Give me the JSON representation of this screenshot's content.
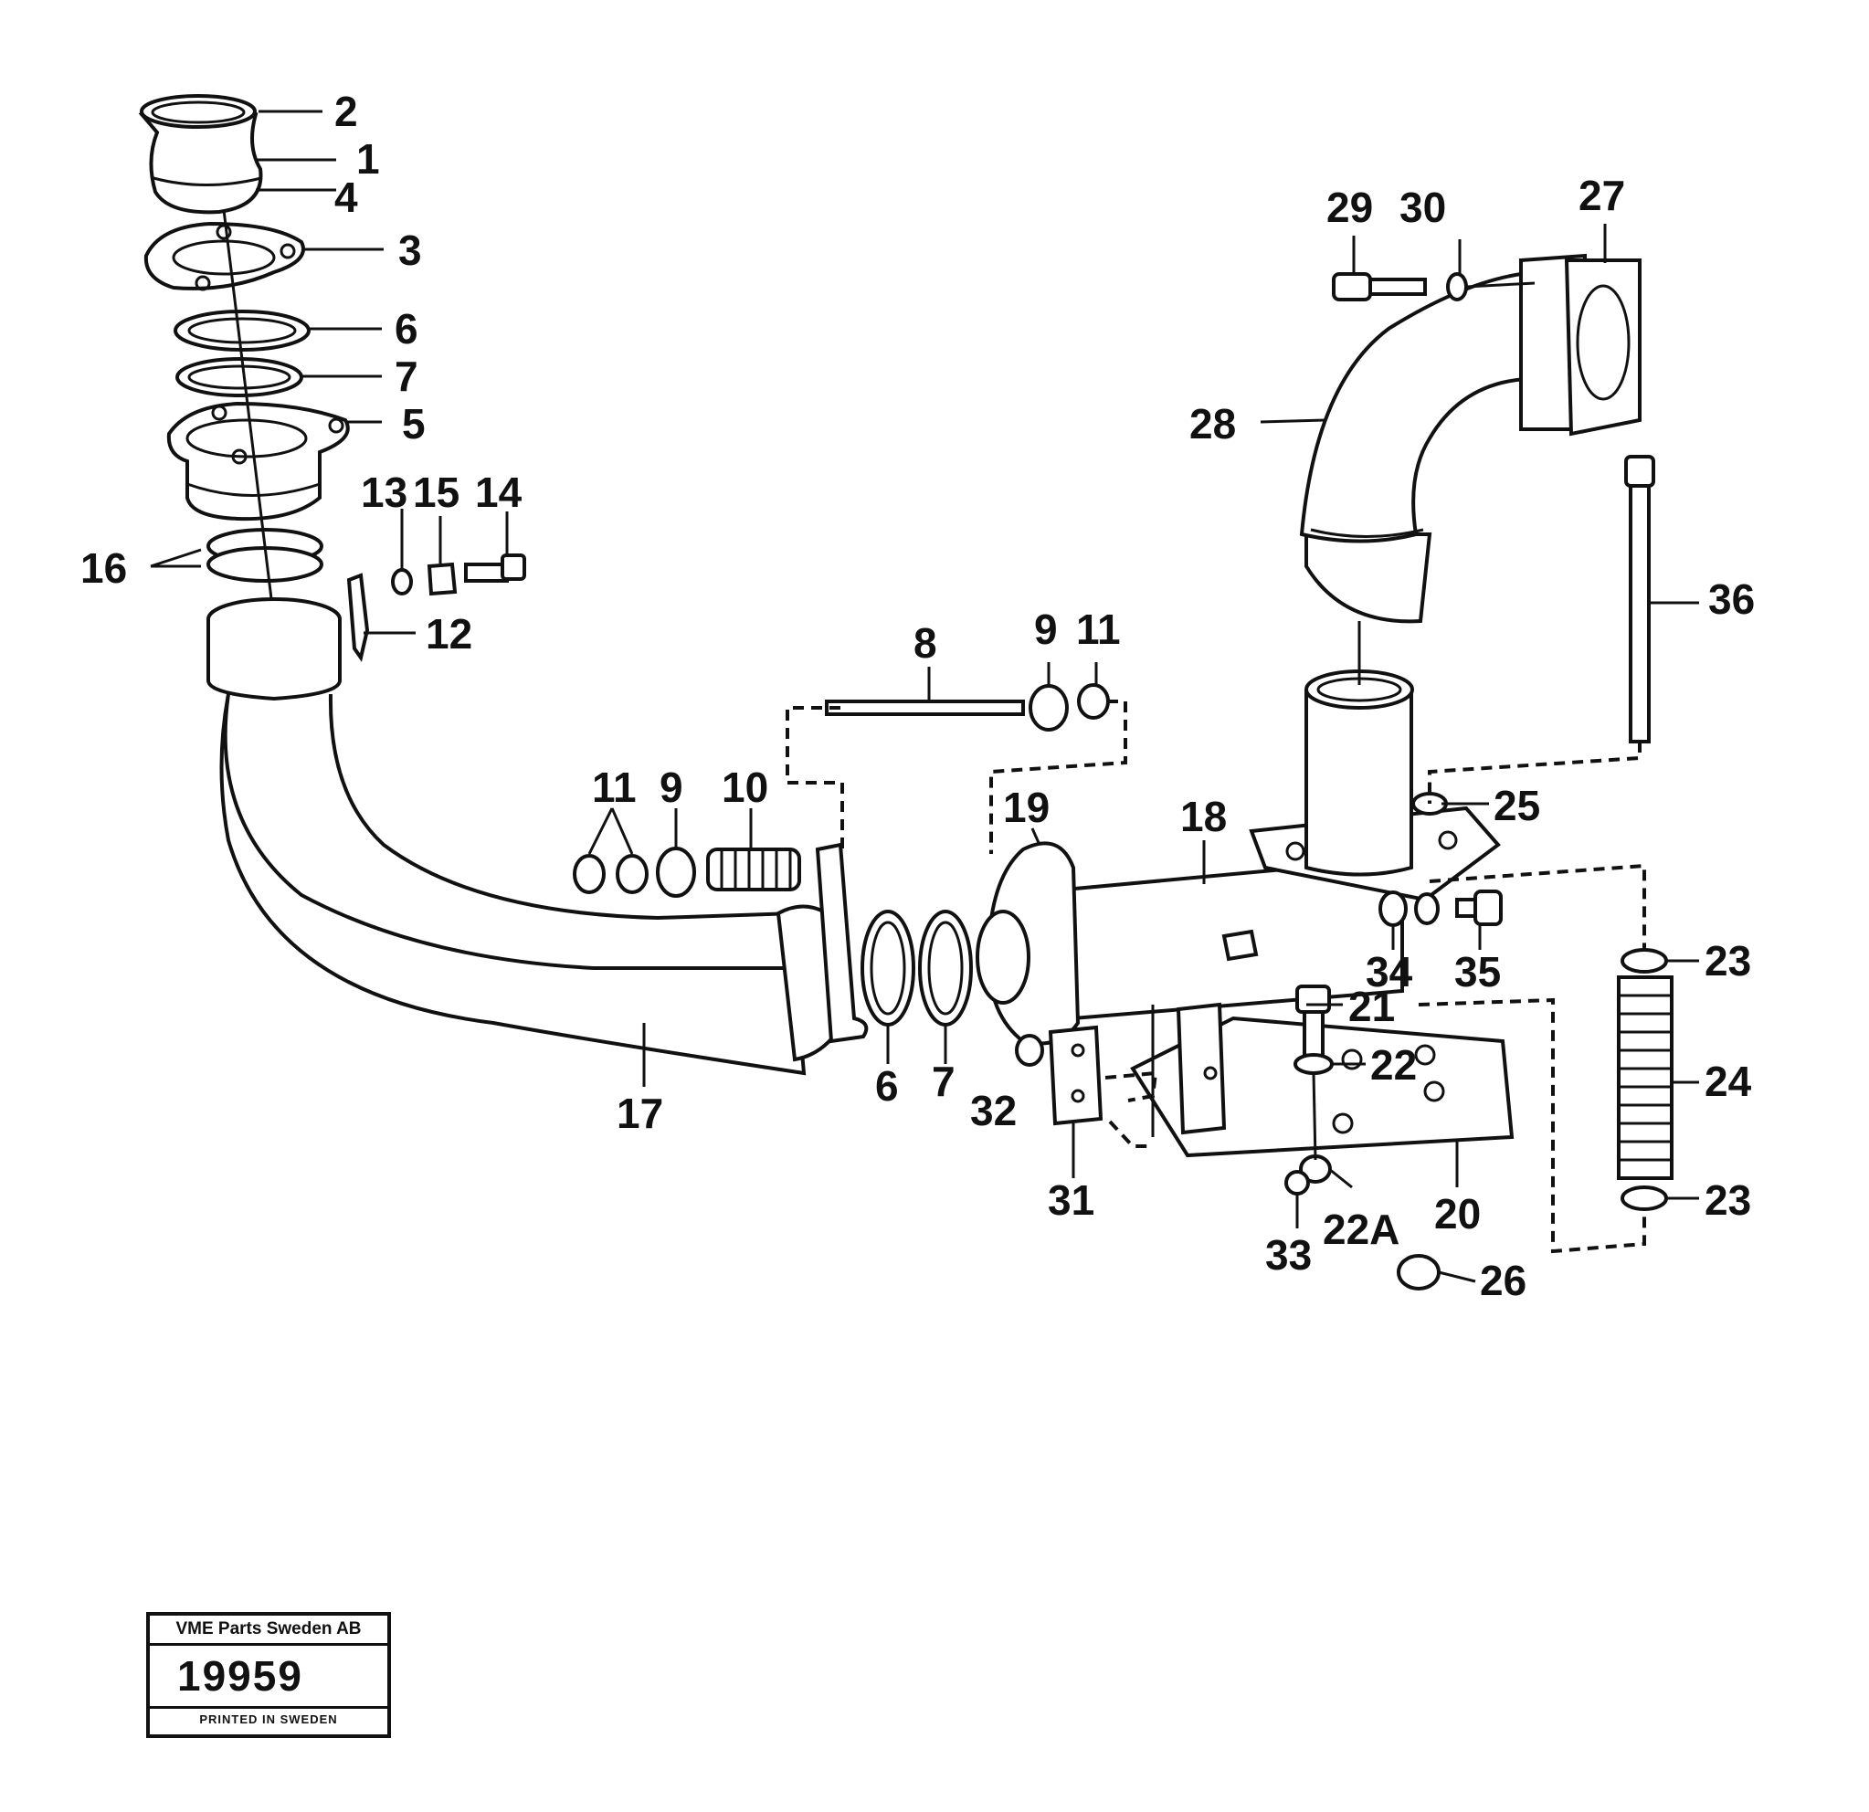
{
  "labels": {
    "p1": "1",
    "p2": "2",
    "p3": "3",
    "p4": "4",
    "p5": "5",
    "p6a": "6",
    "p6b": "6",
    "p7a": "7",
    "p7b": "7",
    "p8": "8",
    "p9a": "9",
    "p9b": "9",
    "p10": "10",
    "p11a": "11",
    "p11b": "11",
    "p12": "12",
    "p13": "13",
    "p14": "14",
    "p15": "15",
    "p16": "16",
    "p17": "17",
    "p18": "18",
    "p19": "19",
    "p20": "20",
    "p21": "21",
    "p22": "22",
    "p22a": "22A",
    "p23a": "23",
    "p23b": "23",
    "p24": "24",
    "p25": "25",
    "p26": "26",
    "p27": "27",
    "p28": "28",
    "p29": "29",
    "p30": "30",
    "p31": "31",
    "p32": "32",
    "p33": "33",
    "p34": "34",
    "p35": "35",
    "p36": "36"
  },
  "title_block": {
    "company": "VME Parts Sweden AB",
    "number": "19959",
    "printed": "PRINTED IN SWEDEN"
  }
}
